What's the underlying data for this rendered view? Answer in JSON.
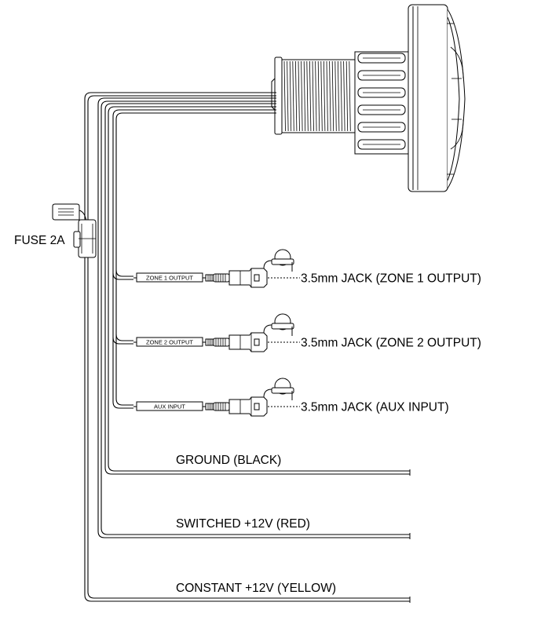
{
  "fuse": {
    "label": "FUSE 2A"
  },
  "jacks": [
    {
      "tag": "ZONE 1 OUTPUT",
      "label": "3.5mm JACK (ZONE 1 OUTPUT)"
    },
    {
      "tag": "ZONE 2 OUTPUT",
      "label": "3.5mm JACK (ZONE 2 OUTPUT)"
    },
    {
      "tag": "AUX INPUT",
      "label": "3.5mm JACK (AUX INPUT)"
    }
  ],
  "wires": [
    {
      "label": "GROUND (BLACK)"
    },
    {
      "label": "SWITCHED +12V (RED)"
    },
    {
      "label": "CONSTANT +12V (YELLOW)"
    }
  ],
  "device": {
    "icon": "marine-stereo-unit-icon"
  }
}
